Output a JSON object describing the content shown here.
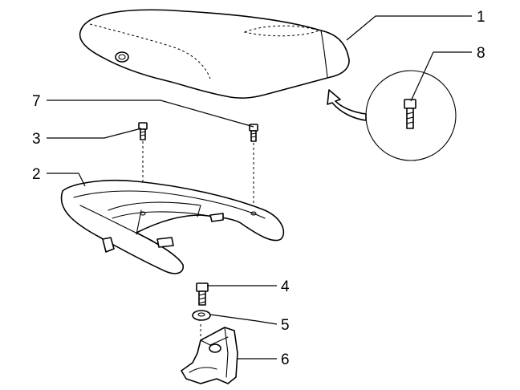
{
  "diagram": {
    "callouts": [
      {
        "id": "1",
        "text": "1"
      },
      {
        "id": "8",
        "text": "8"
      },
      {
        "id": "7",
        "text": "7"
      },
      {
        "id": "3",
        "text": "3"
      },
      {
        "id": "2",
        "text": "2"
      },
      {
        "id": "4",
        "text": "4"
      },
      {
        "id": "5",
        "text": "5"
      },
      {
        "id": "6",
        "text": "6"
      }
    ],
    "colors": {
      "line": "#000000",
      "background": "#ffffff"
    }
  }
}
